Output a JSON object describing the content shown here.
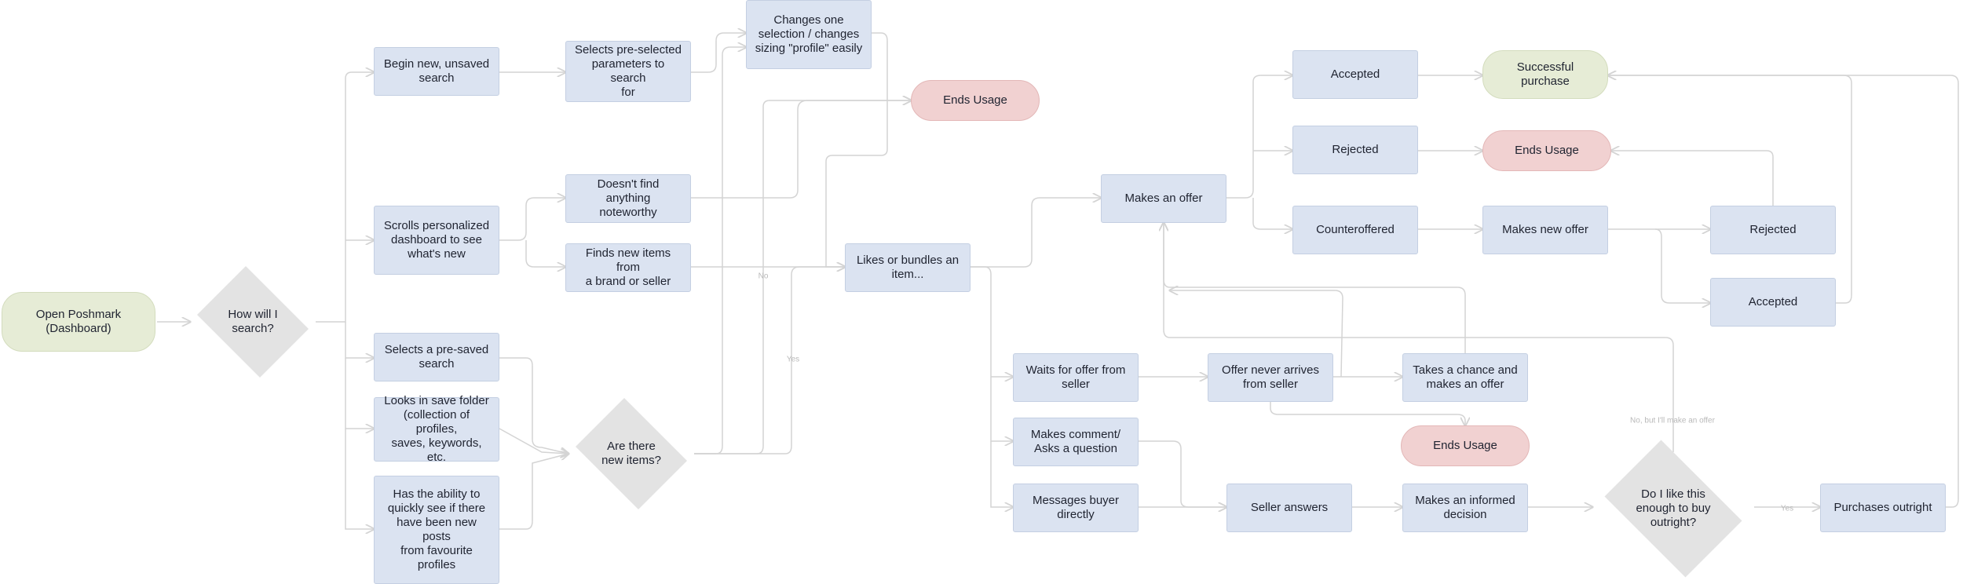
{
  "nodes": {
    "open": "Open Poshmark\n(Dashboard)",
    "how_search": "How will I\nsearch?",
    "begin_new": "Begin new, unsaved\nsearch",
    "selects_params": "Selects pre-selected\nparameters to search\nfor",
    "changes_one": "Changes one\nselection / changes\nsizing \"profile\" easily",
    "ends_usage_1": "Ends Usage",
    "scrolls": "Scrolls personalized\ndashboard to see\nwhat's new",
    "doesnt_find": "Doesn't find anything\nnoteworthy",
    "finds_new": "Finds new items from\na brand or seller",
    "selects_saved": "Selects a pre-saved\nsearch",
    "looks_folder": "Looks in save folder\n(collection of profiles,\nsaves, keywords, etc.",
    "has_ability": "Has the ability to\nquickly see if there\nhave been new posts\nfrom favourite\nprofiles",
    "are_new": "Are there\nnew items?",
    "likes": "Likes or bundles an\nitem...",
    "makes_offer": "Makes an offer",
    "accepted_1": "Accepted",
    "rejected_1": "Rejected",
    "counteroffered": "Counteroffered",
    "successful": "Successful purchase",
    "ends_usage_2": "Ends Usage",
    "makes_new_offer": "Makes new offer",
    "rejected_2": "Rejected",
    "accepted_2": "Accepted",
    "waits": "Waits for offer from\nseller",
    "never_arrives": "Offer never arrives\nfrom seller",
    "takes_chance": "Takes a chance and\nmakes an offer",
    "ends_usage_3": "Ends Usage",
    "makes_comment": "Makes comment/\nAsks a question",
    "messages": "Messages buyer\ndirectly",
    "seller_answers": "Seller answers",
    "informed": "Makes an informed\ndecision",
    "do_i_like": "Do I like this\nenough to buy\noutright?",
    "purchases": "Purchases outright"
  },
  "edge_labels": {
    "no": "No",
    "yes": "Yes",
    "no_but": "No, but I'll make an offer",
    "yes_buy": "Yes"
  },
  "colors": {
    "box": "#dbe3f1",
    "terminal_red": "#f1d1d1",
    "terminal_green": "#e6ecd6",
    "decision": "#e3e3e3",
    "connector": "#d4d4d4"
  }
}
